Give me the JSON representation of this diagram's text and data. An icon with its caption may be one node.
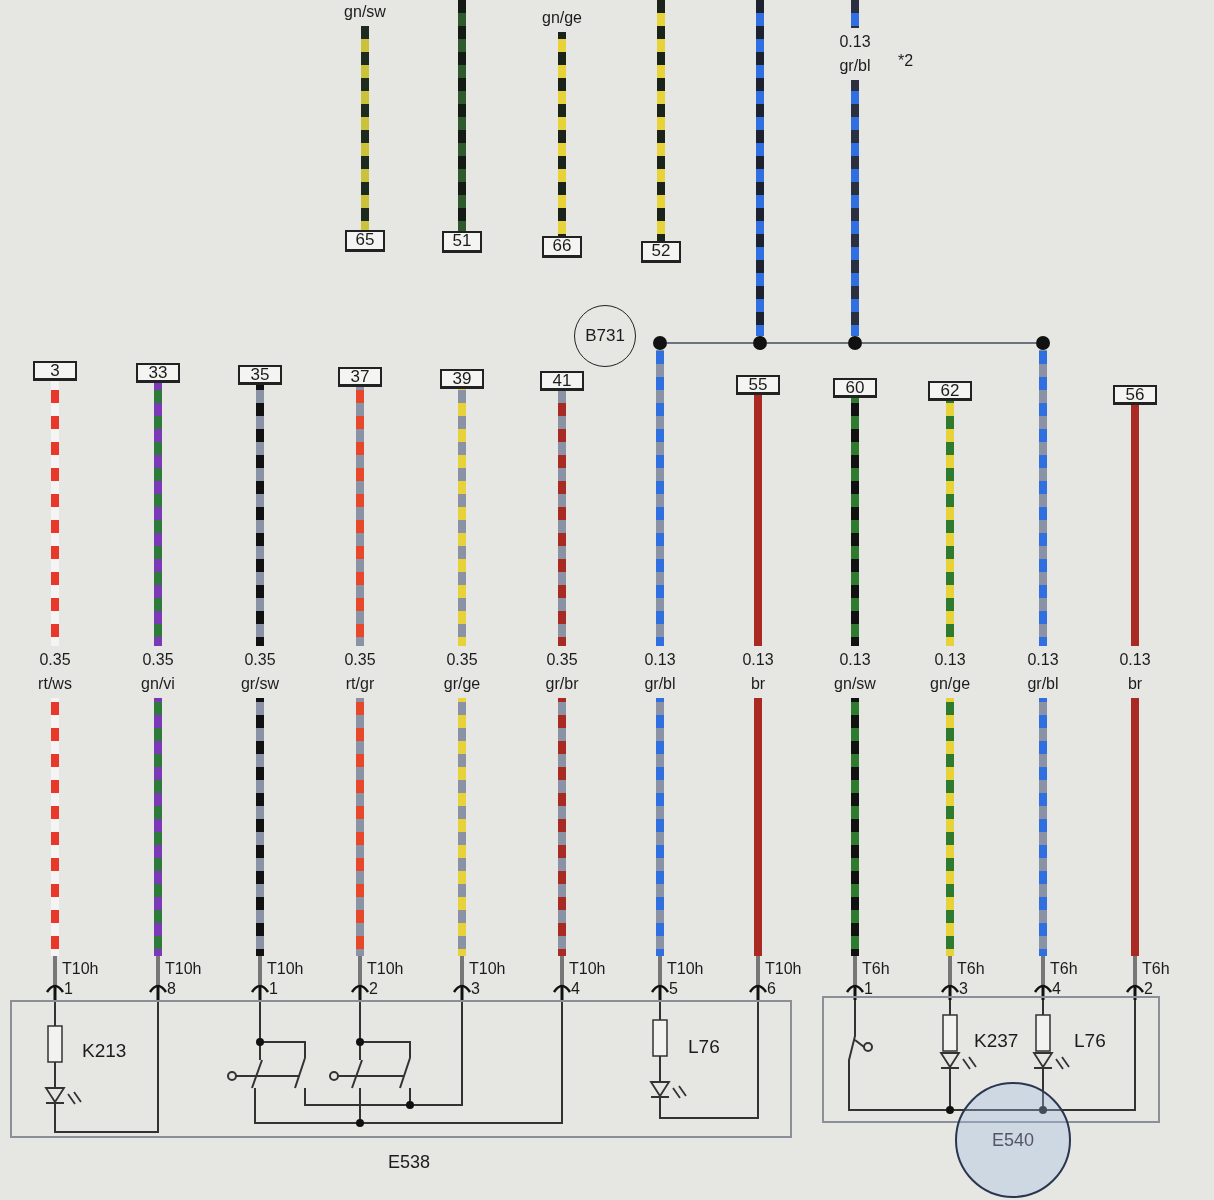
{
  "diagram": {
    "nodes": [
      {
        "text": [
          "65"
        ]
      },
      {
        "text": [
          "51"
        ]
      },
      {
        "text": [
          "66"
        ]
      },
      {
        "text": [
          "52"
        ]
      },
      {
        "text": [
          "B731"
        ]
      },
      {
        "text": [],
        "shape": "circle"
      },
      {
        "text": [],
        "shape": "circle"
      },
      {
        "text": [],
        "shape": "circle"
      },
      {
        "text": [],
        "shape": "circle"
      },
      {
        "text": [
          "3"
        ]
      },
      {
        "text": [
          "33"
        ]
      },
      {
        "text": [
          "35"
        ]
      },
      {
        "text": [
          "37"
        ]
      },
      {
        "text": [
          "39"
        ]
      },
      {
        "text": [
          "41"
        ]
      },
      {
        "text": [
          "55"
        ]
      },
      {
        "text": [
          "60"
        ]
      },
      {
        "text": [
          "62"
        ]
      },
      {
        "text": [
          "56"
        ]
      },
      {
        "text": [
          "T10h",
          "1"
        ]
      },
      {
        "text": [
          "T10h",
          "8"
        ]
      },
      {
        "text": [
          "T10h",
          "1"
        ]
      },
      {
        "text": [
          "T10h",
          "2"
        ]
      },
      {
        "text": [
          "T10h",
          "3"
        ]
      },
      {
        "text": [
          "T10h",
          "4"
        ]
      },
      {
        "text": [
          "T10h",
          "5"
        ]
      },
      {
        "text": [
          "T10h",
          "6"
        ]
      },
      {
        "text": [
          "T6h",
          "1"
        ]
      },
      {
        "text": [
          "T6h",
          "3"
        ]
      },
      {
        "text": [
          "T6h",
          "4"
        ]
      },
      {
        "text": [
          "T6h",
          "2"
        ]
      },
      {
        "text": [
          "E538"
        ]
      },
      {
        "text": [],
        "shape": "box"
      },
      {
        "text": [
          "E540"
        ]
      }
    ],
    "edges": [
      {
        "from": null,
        "to": 0,
        "arrow": "none",
        "label": "gn/sw",
        "style": "thick",
        "color": "#1e2a1e"
      },
      {
        "from": null,
        "to": 1,
        "arrow": "none",
        "style": "thick",
        "color": "#141a14"
      },
      {
        "from": null,
        "to": 2,
        "arrow": "none",
        "label": "gn/ge",
        "style": "thick",
        "color": "#1a2418"
      },
      {
        "from": null,
        "to": 3,
        "arrow": "none",
        "style": "thick",
        "color": "#1a2418"
      },
      {
        "from": null,
        "to": 6,
        "arrow": "none",
        "style": "thick",
        "color": "#1c2230"
      },
      {
        "from": null,
        "to": 7,
        "arrow": "none",
        "label": "0.13 gr/bl",
        "style": "thick",
        "color": "#2a3040"
      },
      {
        "from": 5,
        "to": 6,
        "arrow": "none",
        "color": "#6c7280"
      },
      {
        "from": 6,
        "to": 7,
        "arrow": "none",
        "color": "#6c7280"
      },
      {
        "from": 7,
        "to": 8,
        "arrow": "none",
        "color": "#6c7280"
      },
      {
        "from": 9,
        "to": 19,
        "arrow": "none",
        "label": "0.35 rt/ws",
        "style": "thick",
        "color": "#e8382a"
      },
      {
        "from": 10,
        "to": 20,
        "arrow": "none",
        "label": "0.35 gn/vi",
        "style": "thick",
        "color": "#2e7a3a"
      },
      {
        "from": 11,
        "to": 21,
        "arrow": "none",
        "label": "0.35 gr/sw",
        "style": "thick",
        "color": "#8a92a6"
      },
      {
        "from": 12,
        "to": 22,
        "arrow": "none",
        "label": "0.35 rt/gr",
        "style": "thick",
        "color": "#e8482a"
      },
      {
        "from": 13,
        "to": 23,
        "arrow": "none",
        "label": "0.35 gr/ge",
        "style": "thick",
        "color": "#8a92a6"
      },
      {
        "from": 14,
        "to": 24,
        "arrow": "none",
        "label": "0.35 gr/br",
        "style": "thick",
        "color": "#8a92a6"
      },
      {
        "from": 5,
        "to": 25,
        "arrow": "none",
        "label": "0.13 gr/bl",
        "style": "thick",
        "color": "#8a92a6"
      },
      {
        "from": 15,
        "to": 26,
        "arrow": "none",
        "label": "0.13 br",
        "style": "thick",
        "color": "#a82a22"
      },
      {
        "from": 16,
        "to": 27,
        "arrow": "none",
        "label": "0.13 gn/sw",
        "style": "thick",
        "color": "#2e7a2e"
      },
      {
        "from": 17,
        "to": 28,
        "arrow": "none",
        "label": "0.13 gn/ge",
        "style": "thick",
        "color": "#2e7a2e"
      },
      {
        "from": 8,
        "to": 29,
        "arrow": "none",
        "label": "0.13 gr/bl",
        "style": "thick",
        "color": "#8a92a6"
      },
      {
        "from": 18,
        "to": 30,
        "arrow": "none",
        "label": "0.13 br",
        "style": "thick",
        "color": "#a82a22"
      }
    ],
    "labels": [
      "*2",
      "K213",
      "L76",
      "K237",
      "L76"
    ]
  }
}
